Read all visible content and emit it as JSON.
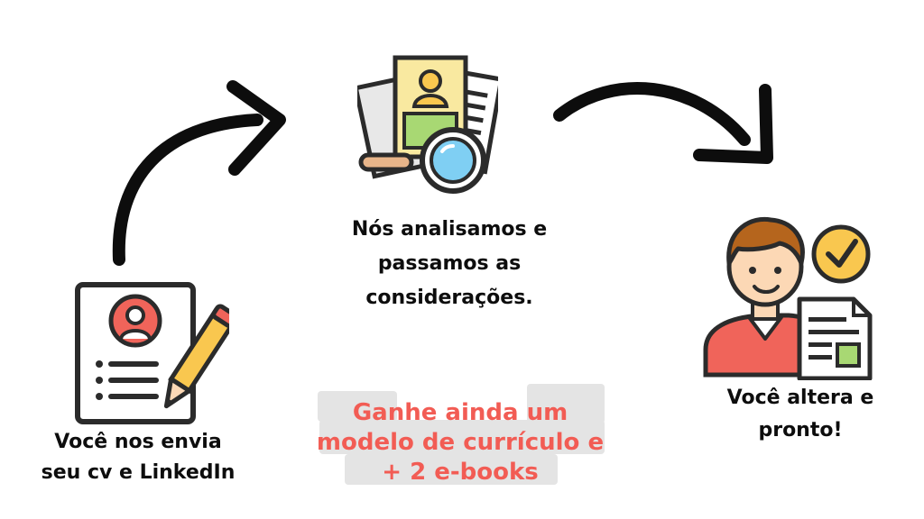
{
  "steps": [
    {
      "id": "send",
      "icon": "resume-pencil-icon",
      "caption_lines": [
        "Você nos envia",
        "seu cv e LinkedIn"
      ]
    },
    {
      "id": "analyze",
      "icon": "resumes-magnifier-icon",
      "caption_lines": [
        "Nós analisamos e",
        "passamos as",
        "considerações."
      ]
    },
    {
      "id": "done",
      "icon": "person-approved-document-icon",
      "caption_lines": [
        "Você altera e",
        "pronto!"
      ]
    }
  ],
  "bonus": {
    "lines": [
      "Ganhe ainda um",
      "modelo de currículo e",
      "+ 2 e-books"
    ],
    "color": "#f25c54",
    "highlight_color": "#e4e4e4"
  },
  "colors": {
    "arrow": "#0d0d0d",
    "outline": "#2b2b2b",
    "avatar_red": "#f0645a",
    "pencil_yellow": "#f9c74f",
    "paper": "#ffffff",
    "paper_grey": "#e8e8e8",
    "photo_green": "#a8d873",
    "lens_blue": "#7fcff3",
    "handle_tan": "#e8b58a",
    "skin": "#fcd8b5",
    "hair": "#b5651d",
    "check_yellow": "#f9c74f"
  }
}
